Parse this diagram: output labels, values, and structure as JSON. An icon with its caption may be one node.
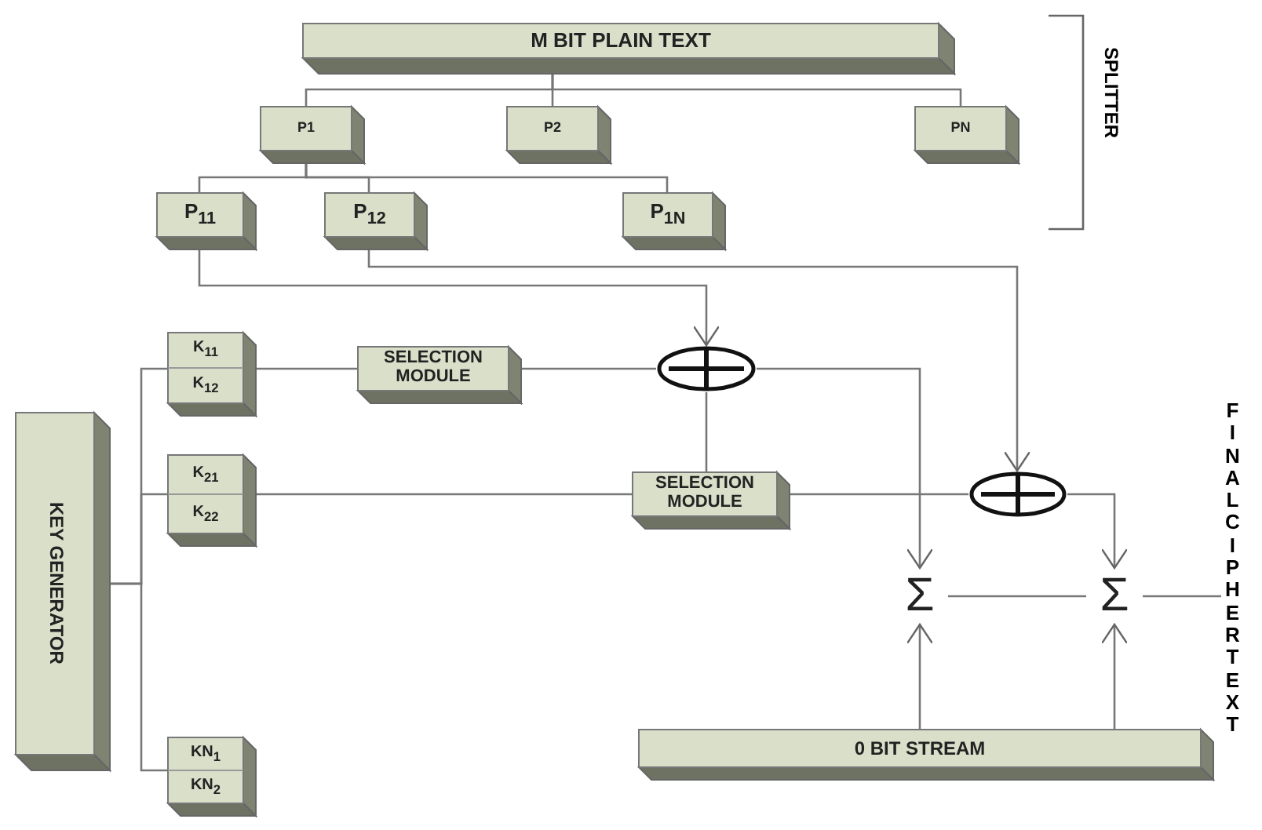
{
  "diagram": {
    "nodes": [
      {
        "text": [
          "M BIT PLAIN TEXT"
        ]
      },
      {
        "text": [
          "P1"
        ]
      },
      {
        "text": [
          "P2"
        ]
      },
      {
        "text": [
          "PN"
        ]
      },
      {
        "text": [
          "P$_{11}$"
        ]
      },
      {
        "text": [
          "P$_{12}$"
        ]
      },
      {
        "text": [
          "P$_{1N}$"
        ]
      },
      {
        "text": [
          "K$_{11}$",
          "K$_{12}$"
        ]
      },
      {
        "text": [
          "K$_{21}$",
          "K$_{22}$"
        ]
      },
      {
        "text": [
          "KN$_{1}$",
          "KN$_{2}$"
        ]
      },
      {
        "text": [
          "KEY GENERATOR"
        ]
      },
      {
        "text": [
          "SELECTION MODULE"
        ]
      },
      {
        "text": [],
        "shape": "circle"
      },
      {
        "text": [
          "SELECTION MODULE"
        ]
      },
      {
        "text": [],
        "shape": "circle"
      },
      {
        "text": [
          "Σ"
        ]
      },
      {
        "text": [
          "Σ"
        ]
      },
      {
        "text": [
          "0 BIT STREAM"
        ]
      },
      {
        "text": [
          "FINAL CIPHER TEXT"
        ]
      }
    ],
    "edges": [
      {
        "from": 0,
        "to": 1,
        "arrow": "none"
      },
      {
        "from": 0,
        "to": 2,
        "arrow": "none"
      },
      {
        "from": 0,
        "to": 3,
        "arrow": "none"
      },
      {
        "from": 1,
        "to": 4,
        "arrow": "none"
      },
      {
        "from": 1,
        "to": 5,
        "arrow": "none"
      },
      {
        "from": 1,
        "to": 6,
        "arrow": "none"
      },
      {
        "from": 4,
        "to": 12,
        "arrow": "to"
      },
      {
        "from": 5,
        "to": 14,
        "arrow": "to"
      },
      {
        "from": 10,
        "to": 7,
        "arrow": "none"
      },
      {
        "from": 10,
        "to": 8,
        "arrow": "none"
      },
      {
        "from": 10,
        "to": 9,
        "arrow": "none"
      },
      {
        "from": 7,
        "to": 11,
        "arrow": "none"
      },
      {
        "from": 11,
        "to": 12,
        "arrow": "none"
      },
      {
        "from": 12,
        "to": 13,
        "arrow": "none"
      },
      {
        "from": 8,
        "to": 13,
        "arrow": "none"
      },
      {
        "from": 13,
        "to": 14,
        "arrow": "none"
      },
      {
        "from": 12,
        "to": 15,
        "arrow": "to"
      },
      {
        "from": 14,
        "to": 16,
        "arrow": "to"
      },
      {
        "from": 17,
        "to": 15,
        "arrow": "to"
      },
      {
        "from": 17,
        "to": 16,
        "arrow": "to"
      },
      {
        "from": 15,
        "to": 16,
        "arrow": "none"
      },
      {
        "from": 16,
        "to": 18,
        "arrow": "none"
      }
    ],
    "labels": [
      "SPLITTER"
    ]
  }
}
